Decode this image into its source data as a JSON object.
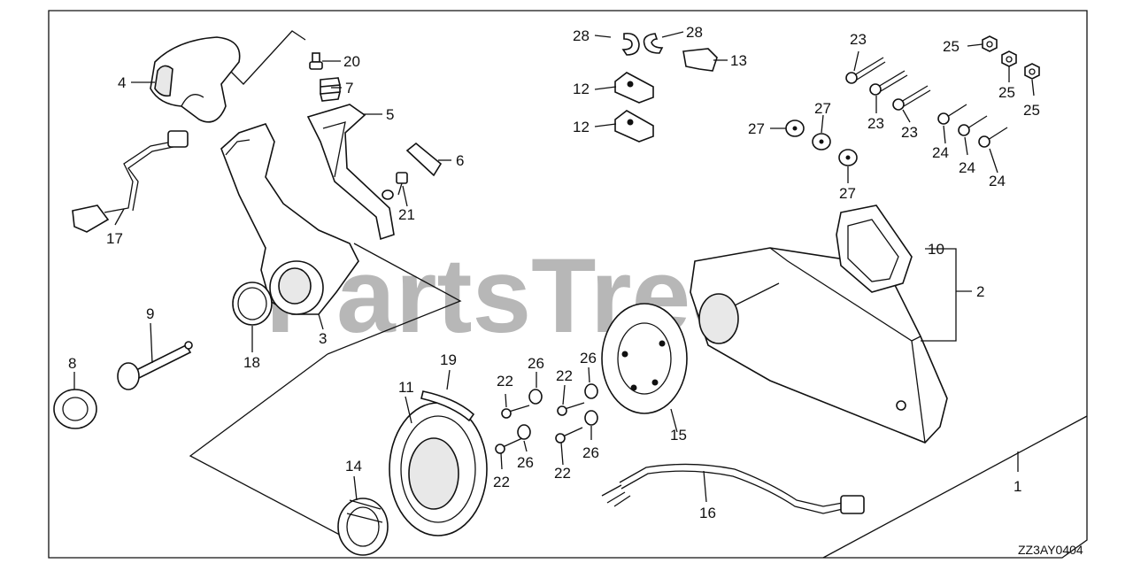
{
  "watermark": "PartsTree",
  "diagram_code": "ZZ3AY0404",
  "labels": [
    {
      "id": "1",
      "text": "1"
    },
    {
      "id": "2",
      "text": "2"
    },
    {
      "id": "3",
      "text": "3"
    },
    {
      "id": "4",
      "text": "4"
    },
    {
      "id": "5",
      "text": "5"
    },
    {
      "id": "6",
      "text": "6"
    },
    {
      "id": "7",
      "text": "7"
    },
    {
      "id": "8",
      "text": "8"
    },
    {
      "id": "9",
      "text": "9"
    },
    {
      "id": "10",
      "text": "10"
    },
    {
      "id": "11",
      "text": "11"
    },
    {
      "id": "12a",
      "text": "12"
    },
    {
      "id": "12b",
      "text": "12"
    },
    {
      "id": "13",
      "text": "13"
    },
    {
      "id": "14",
      "text": "14"
    },
    {
      "id": "15",
      "text": "15"
    },
    {
      "id": "16",
      "text": "16"
    },
    {
      "id": "17",
      "text": "17"
    },
    {
      "id": "18",
      "text": "18"
    },
    {
      "id": "19",
      "text": "19"
    },
    {
      "id": "20",
      "text": "20"
    },
    {
      "id": "21",
      "text": "21"
    },
    {
      "id": "22a",
      "text": "22"
    },
    {
      "id": "22b",
      "text": "22"
    },
    {
      "id": "22c",
      "text": "22"
    },
    {
      "id": "22d",
      "text": "22"
    },
    {
      "id": "23a",
      "text": "23"
    },
    {
      "id": "23b",
      "text": "23"
    },
    {
      "id": "23c",
      "text": "23"
    },
    {
      "id": "24a",
      "text": "24"
    },
    {
      "id": "24b",
      "text": "24"
    },
    {
      "id": "24c",
      "text": "24"
    },
    {
      "id": "25a",
      "text": "25"
    },
    {
      "id": "25b",
      "text": "25"
    },
    {
      "id": "25c",
      "text": "25"
    },
    {
      "id": "26a",
      "text": "26"
    },
    {
      "id": "26b",
      "text": "26"
    },
    {
      "id": "26c",
      "text": "26"
    },
    {
      "id": "26d",
      "text": "26"
    },
    {
      "id": "27a",
      "text": "27"
    },
    {
      "id": "27b",
      "text": "27"
    },
    {
      "id": "27c",
      "text": "27"
    },
    {
      "id": "28a",
      "text": "28"
    },
    {
      "id": "28b",
      "text": "28"
    }
  ]
}
